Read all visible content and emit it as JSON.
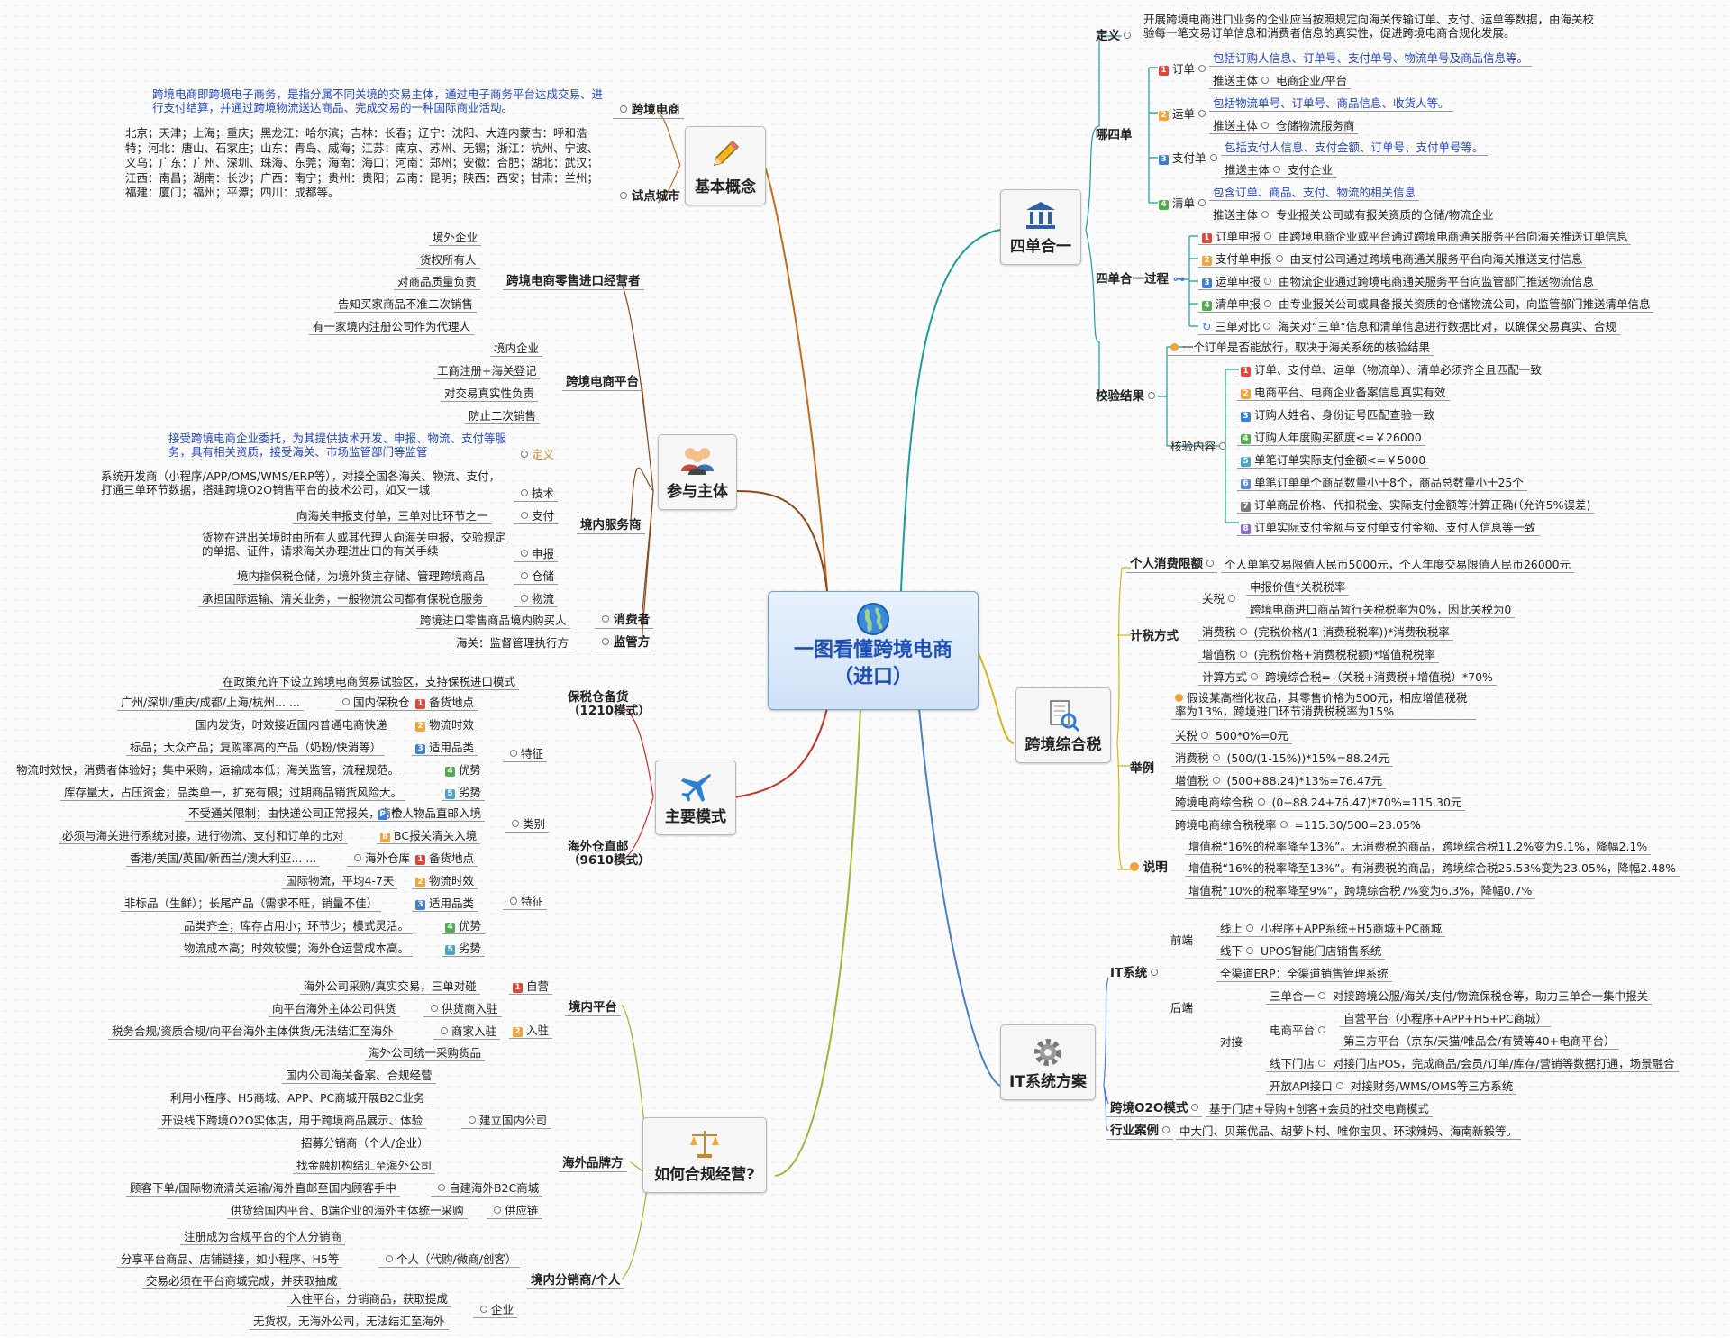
{
  "center": {
    "line1": "一图看懂跨境电商",
    "line2": "（进口）"
  },
  "main": {
    "basic": "基本概念",
    "subjects": "参与主体",
    "modes": "主要模式",
    "compliance": "如何合规经营?",
    "four": "四单合一",
    "tax": "跨境综合税",
    "it": "IT系统方案"
  },
  "basic": {
    "def_label": "跨境电商",
    "def_text": "跨境电商即跨境电子商务，是指分属不同关境的交易主体，通过电子商务平台达成交易、进行支付结算，并通过跨境物流送达商品、完成交易的一种国际商业活动。",
    "city_label": "试点城市",
    "city_text": "北京；天津；上海；重庆；黑龙江：哈尔滨；吉林：长春；辽宁：沈阳、大连内蒙古：呼和浩特；河北：唐山、石家庄；山东：青岛、威海；江苏：南京、苏州、无锡；浙江：杭州、宁波、义乌；广东：广州、深圳、珠海、东莞；海南：海口；河南：郑州；安徽：合肥；湖北：武汉；江西：南昌；湖南：长沙；广西：南宁；贵州：贵阳；云南：昆明；陕西：西安；甘肃：兰州；福建：厦门；福州；平潭；四川：成都等。"
  },
  "subjects": {
    "retail": "跨境电商零售进口经营者",
    "retail_items": [
      "境外企业",
      "货权所有人",
      "对商品质量负责",
      "告知买家商品不准二次销售",
      "有一家境内注册公司作为代理人"
    ],
    "platform": "跨境电商平台",
    "platform_items": [
      "境内企业",
      "工商注册+海关登记",
      "对交易真实性负责",
      "防止二次销售"
    ],
    "service": "境内服务商",
    "def_label": "定义",
    "def_text": "接受跨境电商企业委托，为其提供技术开发、申报、物流、支付等服务，具有相关资质，接受海关、市场监管部门等监管",
    "tech_label": "技术",
    "tech_text": "系统开发商（小程序/APP/OMS/WMS/ERP等），对接全国各海关、物流、支付，打通三单环节数据，搭建跨境O2O销售平台的技术公司，如又一城",
    "pay_label": "支付",
    "pay_text": "向海关申报支付单，三单对比环节之一",
    "declare_label": "申报",
    "declare_text": "货物在进出关境时由所有人或其代理人向海关申报，交验规定的单据、证件，请求海关办理进出口的有关手续",
    "ware_label": "仓储",
    "ware_text": "境内指保税仓储，为境外货主存储、管理跨境商品",
    "log_label": "物流",
    "log_text": "承担国际运输、清关业务，一般物流公司都有保税仓服务",
    "consumer": "消费者",
    "consumer_text": "跨境进口零售商品境内购买人",
    "regulator": "监管方",
    "regulator_text": "海关：监督管理执行方"
  },
  "modes": {
    "bonded": "保税仓备货（1210模式）",
    "bonded_desc": "在政策允许下设立跨境电商贸易试验区，支持保税进口模式",
    "feature": "特征",
    "b1l": "备货地点",
    "b1v": "国内保税仓",
    "b1e": "广州/深圳/重庆/成都/上海/杭州... ...",
    "b2l": "物流时效",
    "b2v": "国内发货，时效接近国内普通电商快递",
    "b3l": "适用品类",
    "b3v": "标品；大众产品；复购率高的产品（奶粉/快消等）",
    "b4l": "优势",
    "b4v": "物流时效快，消费者体验好；集中采购，运输成本低；海关监管，流程规范。",
    "b5l": "劣势",
    "b5v": "库存量大，占压资金；品类单一，扩充有限；过期商品销货风险大。",
    "direct": "海外仓直邮（9610模式）",
    "category": "类别",
    "c1l": "个人物品直邮入境",
    "c1v": "不受通关限制；由快递公司正常报关，商检",
    "c2l": "BC报关清关入境",
    "c2v": "必须与海关进行系统对接，进行物流、支付和订单的比对",
    "d1l": "备货地点",
    "d1v": "海外仓库",
    "d1e": "香港/美国/英国/新西兰/澳大利亚... ...",
    "d2l": "物流时效",
    "d2v": "国际物流，平均4-7天",
    "d3l": "适用品类",
    "d3v": "非标品（生鲜）；长尾产品（需求不旺，销量不佳）",
    "d4l": "优势",
    "d4v": "品类齐全；库存占用小；环节少；模式灵活。",
    "d5l": "劣势",
    "d5v": "物流成本高；时效较慢；海外仓运营成本高。"
  },
  "compliance": {
    "platform": "境内平台",
    "self": "自营",
    "self_v": "海外公司采购/真实交易，三单对碰",
    "settle": "入驻",
    "s1l": "供货商入驻",
    "s1v": "向平台海外主体公司供货",
    "s2l": "商家入驻",
    "s2v": "税务合规/资质合规/向平台海外主体供货/无法结汇至海外",
    "s3v": "海外公司统一采购货品",
    "brand": "海外品牌方",
    "domestic_co": "建立国内公司",
    "dc": [
      "国内公司海关备案、合规经营",
      "利用小程序、H5商城、APP、PC商城开展B2C业务",
      "开设线下跨境O2O实体店，用于跨境商品展示、体验",
      "招募分销商（个人/企业）",
      "找金融机构结汇至海外公司"
    ],
    "own_mall": "自建海外B2C商城",
    "own_mall_v": "顾客下单/国际物流清关运输/海外直邮至国内顾客手中",
    "supply": "供应链",
    "supply_v": "供货给国内平台、B端企业的海外主体统一采购",
    "distrib": "境内分销商/个人",
    "person": "个人（代购/微商/创客）",
    "p": [
      "注册成为合规平台的个人分销商",
      "分享平台商品、店铺链接，如小程序、H5等",
      "交易必须在平台商城完成，并获取抽成"
    ],
    "company": "企业",
    "e": [
      "入住平台，分销商品，获取提成",
      "无货权，无海外公司，无法结汇至海外"
    ]
  },
  "four": {
    "def_label": "定义",
    "def_text": "开展跨境电商进口业务的企业应当按照规定向海关传输订单、支付、运单等数据，由海关校验每一笔交易订单信息和消费者信息的真实性，促进跨境电商合规化发展。",
    "which": "哪四单",
    "order": "订单",
    "order_info": "包括订购人信息、订单号、支付单号、物流单号及商品信息等。",
    "order_push": "推送主体",
    "order_pv": "电商企业/平台",
    "waybill": "运单",
    "waybill_info": "包括物流单号、订单号、商品信息、收货人等。",
    "waybill_push": "推送主体",
    "waybill_pv": "仓储物流服务商",
    "paybill": "支付单",
    "paybill_info": "包括支付人信息、支付金额、订单号、支付单号等。",
    "paybill_push": "推送主体",
    "paybill_pv": "支付企业",
    "clear": "清单",
    "clear_info": "包含订单、商品、支付、物流的相关信息",
    "clear_push": "推送主体",
    "clear_pv": "专业报关公司或有报关资质的仓储/物流企业",
    "process": "四单合一过程",
    "p1l": "订单申报",
    "p1v": "由跨境电商企业或平台通过跨境电商通关服务平台向海关推送订单信息",
    "p2l": "支付单申报",
    "p2v": "由支付公司通过跨境电商通关服务平台向海关推送支付信息",
    "p3l": "运单申报",
    "p3v": "由物流企业通过跨境电商通关服务平台向监管部门推送物流信息",
    "p4l": "清单申报",
    "p4v": "由专业报关公司或具备报关资质的仓储物流公司，向监管部门推送清单信息",
    "p5l": "三单对比",
    "p5v": "海关对“三单”信息和清单信息进行数据比对，以确保交易真实、合规",
    "verify": "校验结果",
    "verify_top": "一个订单是否能放行，取决于海关系统的核验结果",
    "check": "核验内容",
    "checks": [
      "订单、支付单、运单（物流单）、清单必须齐全且匹配一致",
      "电商平台、电商企业备案信息真实有效",
      "订购人姓名、身份证号匹配查验一致",
      "订购人年度购买额度<=￥26000",
      "单笔订单实际支付金额<=￥5000",
      "单笔订单单个商品数量小于8个，商品总数量小于25个",
      "订单商品价格、代扣税金、实际支付金额等计算正确(（允许5%误差)",
      "订单实际支付金额与支付单支付金额、支付人信息等一致"
    ]
  },
  "tax": {
    "limit_label": "个人消费限额",
    "limit_v": "个人单笔交易限值人民币5000元，个人年度交易限值人民币26000元",
    "method": "计税方式",
    "tariff": "关税",
    "tariff1": "申报价值*关税税率",
    "tariff2": "跨境电商进口商品暂行关税税率为0%，因此关税为0",
    "consume": "消费税",
    "consume_v": "(完税价格/(1-消费税税率))*消费税税率",
    "vat": "增值税",
    "vat_v": "(完税价格+消费税税额)*增值税税率",
    "calc": "计算方式",
    "calc_v": "跨境综合税=（关税+消费税+增值税）*70%",
    "example": "举例",
    "ex_intro": "假设某高档化妆品，其零售价格为500元，相应增值税税率为13%，跨境进口环节消费税税率为15%",
    "e1l": "关税",
    "e1v": "500*0%=0元",
    "e2l": "消费税",
    "e2v": "(500/(1-15%))*15%=88.24元",
    "e3l": "增值税",
    "e3v": "(500+88.24)*13%=76.47元",
    "e4l": "跨境电商综合税",
    "e4v": "(0+88.24+76.47)*70%=115.30元",
    "e5l": "跨境电商综合税税率",
    "e5v": "=115.30/500=23.05%",
    "note": "说明",
    "n1": "增值税“16%的税率降至13%”。无消费税的商品，跨境综合税11.2%变为9.1%，降幅2.1%",
    "n2": "增值税“16%的税率降至13%”。有消费税的商品，跨境综合税25.53%变为23.05%，降幅2.48%",
    "n3": "增值税“10%的税率降至9%”，跨境综合税7%变为6.3%，降幅0.7%"
  },
  "it": {
    "sys": "IT系统",
    "front": "前端",
    "online": "线上",
    "online_v": "小程序+APP系统+H5商城+PC商城",
    "offline": "线下",
    "offline_v": "UPOS智能门店销售系统",
    "back": "后端",
    "erp": "全渠道ERP：全渠道销售管理系统",
    "dock": "对接",
    "three": "三单合一",
    "three_v": "对接跨境公服/海关/支付/物流保税仓等，助力三单合一集中报关",
    "mall": "电商平台",
    "mall1": "自营平台（小程序+APP+H5+PC商城）",
    "mall2": "第三方平台（京东/天猫/唯品会/有赞等40+电商平台）",
    "store": "线下门店",
    "store_v": "对接门店POS，完成商品/会员/订单/库存/营销等数据打通，场景融合",
    "api": "开放API接口",
    "api_v": "对接财务/WMS/OMS等三方系统",
    "o2o": "跨境O2O模式",
    "o2o_v": "基于门店+导购+创客+会员的社交电商模式",
    "case": "行业案例",
    "case_v": "中大门、贝莱优品、胡萝卜村、唯你宝贝、环球辣妈、海南新毅等。"
  },
  "icons": {
    "center": "globe-icon",
    "basic": "pencil-icon",
    "subjects": "people-icon",
    "modes": "airplane-icon",
    "compliance": "scales-icon",
    "four": "bank-icon",
    "tax": "document-search-icon",
    "it": "gear-icon"
  }
}
